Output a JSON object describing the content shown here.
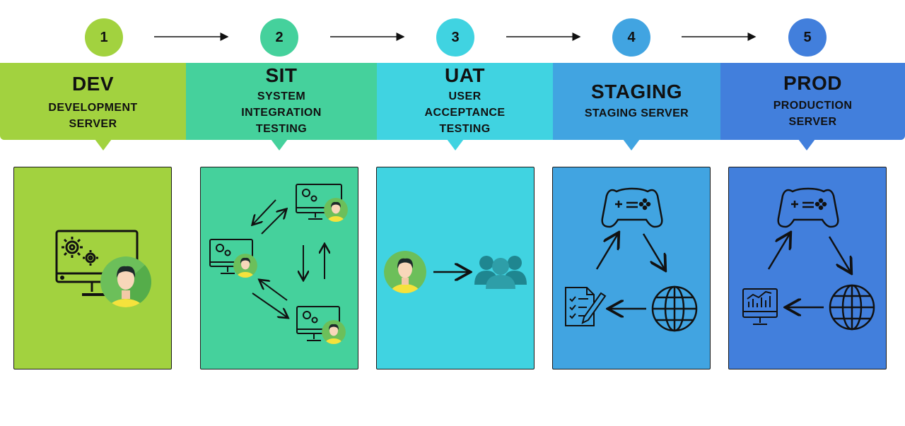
{
  "steps": [
    {
      "number": "1",
      "title": "DEV",
      "subtitle": "DEVELOPMENT\nSERVER",
      "color": "#a2d23f"
    },
    {
      "number": "2",
      "title": "SIT",
      "subtitle": "SYSTEM\nINTEGRATION\nTESTING",
      "color": "#45d19c"
    },
    {
      "number": "3",
      "title": "UAT",
      "subtitle": "USER\nACCEPTANCE\nTESTING",
      "color": "#40d3e1"
    },
    {
      "number": "4",
      "title": "STAGING",
      "subtitle": "STAGING SERVER",
      "color": "#41a4e1"
    },
    {
      "number": "5",
      "title": "PROD",
      "subtitle": "PRODUCTION\nSERVER",
      "color": "#427fdc"
    }
  ],
  "icons": {
    "dev": [
      "monitor-gears-icon",
      "developer-avatar-icon"
    ],
    "sit": [
      "monitor-gears-icon",
      "developer-avatar-icon",
      "bidirectional-arrows-icon"
    ],
    "uat": [
      "developer-avatar-icon",
      "arrow-right-icon",
      "user-group-icon"
    ],
    "staging": [
      "gamepad-icon",
      "globe-icon",
      "checklist-pen-icon"
    ],
    "prod": [
      "gamepad-icon",
      "globe-icon",
      "analytics-monitor-icon"
    ]
  }
}
